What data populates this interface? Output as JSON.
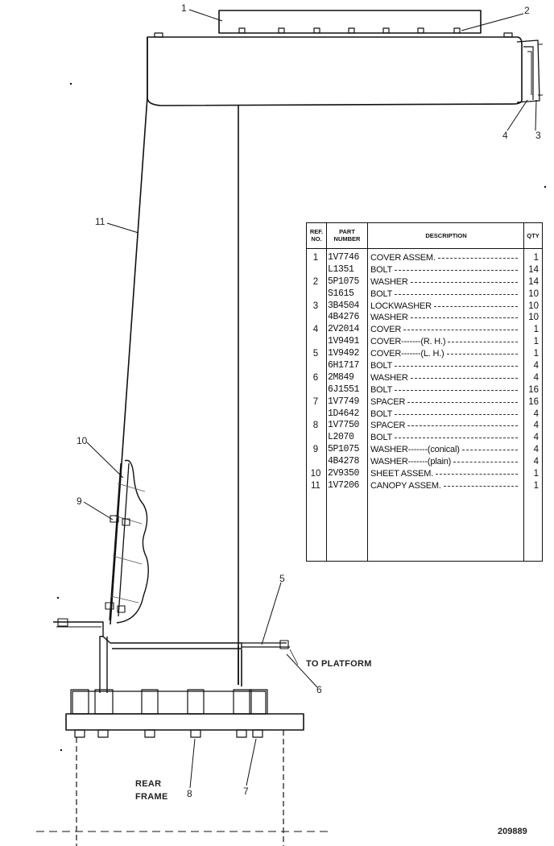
{
  "callouts": [
    "1",
    "2",
    "3",
    "4",
    "5",
    "6",
    "7",
    "8",
    "9",
    "10",
    "11"
  ],
  "labels": {
    "to_platform": "TO PLATFORM",
    "rear_frame_line1": "REAR",
    "rear_frame_line2": "FRAME",
    "figure_number": "209889"
  },
  "table": {
    "headers": {
      "ref_line1": "REF.",
      "ref_line2": "NO.",
      "part_line1": "PART",
      "part_line2": "NUMBER",
      "description": "DESCRIPTION",
      "qty": "QTY"
    },
    "rows": [
      {
        "ref": "1",
        "part": "1V7746",
        "desc": "COVER ASSEM.",
        "qty": "1"
      },
      {
        "ref": "",
        "part": "L1351",
        "desc": "BOLT",
        "qty": "14"
      },
      {
        "ref": "2",
        "part": "5P1075",
        "desc": "WASHER",
        "qty": "14"
      },
      {
        "ref": "",
        "part": "S1615",
        "desc": "BOLT",
        "qty": "10"
      },
      {
        "ref": "3",
        "part": "3B4504",
        "desc": "LOCKWASHER",
        "qty": "10"
      },
      {
        "ref": "",
        "part": "4B4276",
        "desc": "WASHER",
        "qty": "10"
      },
      {
        "ref": "4",
        "part": "2V2014",
        "desc": "COVER",
        "qty": "1"
      },
      {
        "ref": "",
        "part": "1V9491",
        "desc": "COVER-------(R. H.)",
        "qty": "1"
      },
      {
        "ref": "5",
        "part": "1V9492",
        "desc": "COVER-------(L. H.)",
        "qty": "1"
      },
      {
        "ref": "",
        "part": "6H1717",
        "desc": "BOLT",
        "qty": "4"
      },
      {
        "ref": "6",
        "part": "2M849",
        "desc": "WASHER",
        "qty": "4"
      },
      {
        "ref": "",
        "part": "6J1551",
        "desc": "BOLT",
        "qty": "16"
      },
      {
        "ref": "7",
        "part": "1V7749",
        "desc": "SPACER",
        "qty": "16"
      },
      {
        "ref": "",
        "part": "1D4642",
        "desc": "BOLT",
        "qty": "4"
      },
      {
        "ref": "8",
        "part": "1V7750",
        "desc": "SPACER",
        "qty": "4"
      },
      {
        "ref": "",
        "part": "L2070",
        "desc": "BOLT",
        "qty": "4"
      },
      {
        "ref": "9",
        "part": "5P1075",
        "desc": "WASHER-------(conical)",
        "qty": "4"
      },
      {
        "ref": "",
        "part": "4B4278",
        "desc": "WASHER-------(plain)",
        "qty": "4"
      },
      {
        "ref": "10",
        "part": "2V9350",
        "desc": "SHEET ASSEM.",
        "qty": "1"
      },
      {
        "ref": "11",
        "part": "1V7206",
        "desc": "CANOPY ASSEM.",
        "qty": "1"
      }
    ]
  }
}
